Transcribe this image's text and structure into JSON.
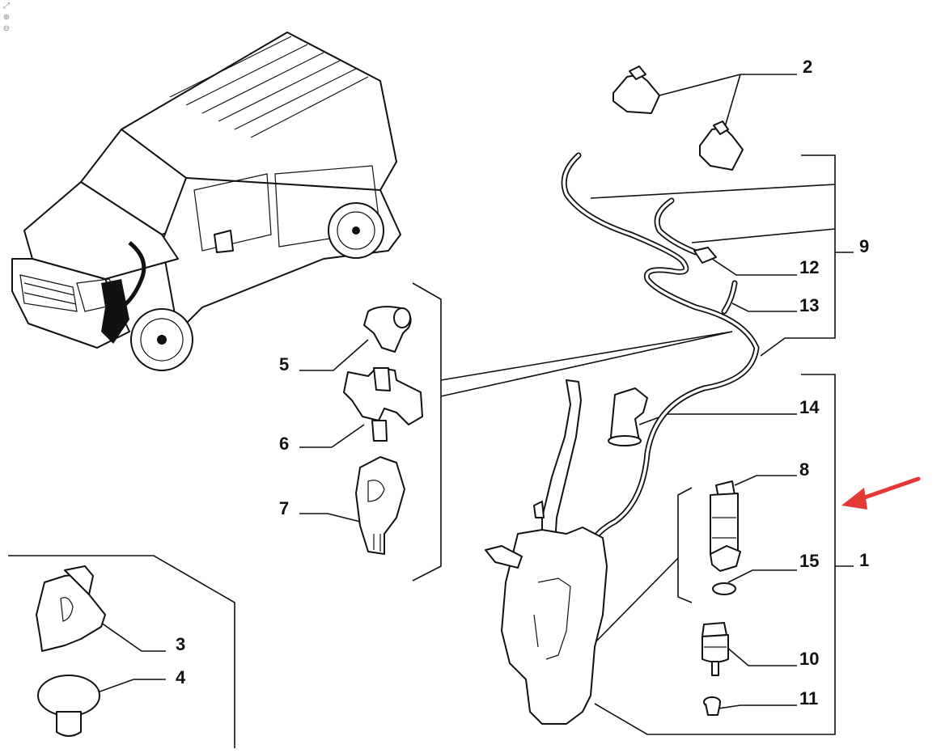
{
  "toolbar": {
    "icons": [
      "fit-to-screen-icon",
      "zoom-in-icon",
      "zoom-out-icon"
    ]
  },
  "callouts": {
    "p1": "1",
    "p2": "2",
    "p3": "3",
    "p4": "4",
    "p5": "5",
    "p6": "6",
    "p7": "7",
    "p8": "8",
    "p9": "9",
    "p10": "10",
    "p11": "11",
    "p12": "12",
    "p13": "13",
    "p14": "14",
    "p15": "15"
  },
  "colors": {
    "line": "#111111",
    "background": "#ffffff",
    "arrow": "#e53935",
    "toolbar_icon": "#888888"
  }
}
